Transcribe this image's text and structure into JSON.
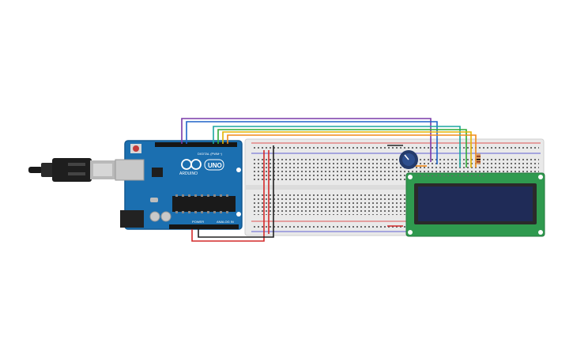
{
  "board": {
    "brand": "ARDUINO",
    "model": "UNO",
    "digital_label": "DIGITAL (PWM~)",
    "power_label": "POWER",
    "analog_label": "ANALOG IN"
  },
  "colors": {
    "board": "#1b6fb0",
    "board_dark": "#155a90",
    "breadboard": "#e9e9e9",
    "lcd_pcb": "#2f9a4f",
    "lcd_screen": "#1f2b57",
    "wire_red": "#d42a2a",
    "wire_black": "#222222",
    "wire_purple": "#7a3aa8",
    "wire_blue": "#1f63c9",
    "wire_teal": "#1aa6a0",
    "wire_green": "#2faa3a",
    "wire_yellow": "#e3b400",
    "wire_orange": "#f08a1a"
  },
  "icons": {
    "usb": "usb-cable-icon",
    "potentiometer": "potentiometer-icon",
    "resistor": "resistor-icon",
    "lcd": "lcd-16x2-icon"
  }
}
